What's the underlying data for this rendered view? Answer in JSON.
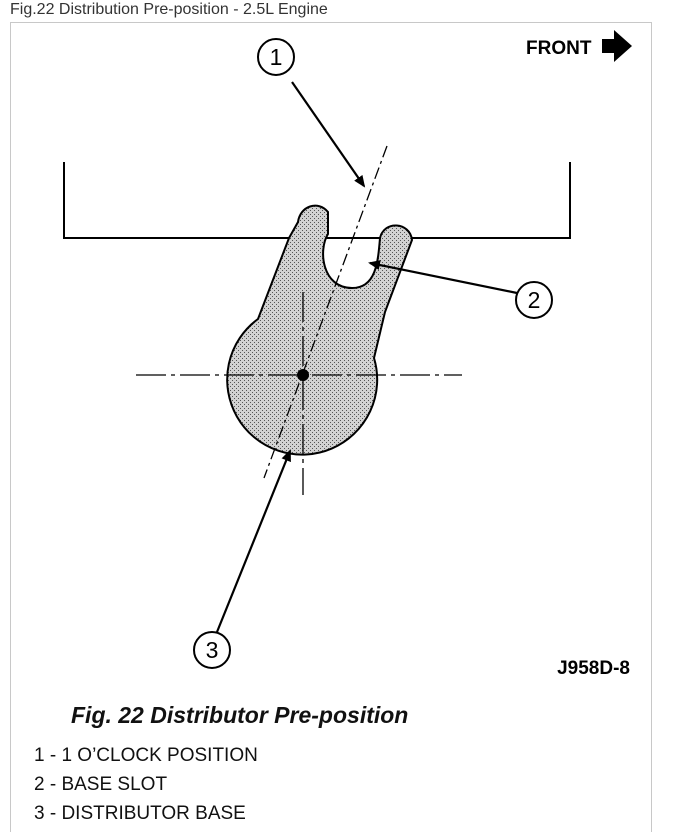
{
  "caption": "Fig.22 Distribution Pre-position - 2.5L Engine",
  "front_label": "FRONT",
  "callouts": [
    "1",
    "2",
    "3"
  ],
  "figure_code": "J958D-8",
  "figure_title": "Fig. 22 Distributor Pre-position",
  "legend": [
    "1 - 1 O’CLOCK POSITION",
    "2 - BASE SLOT",
    "3 - DISTRIBUTOR BASE"
  ],
  "colors": {
    "ink": "#000000",
    "fill": "#c9c9c9",
    "border": "#c8c8c8"
  }
}
